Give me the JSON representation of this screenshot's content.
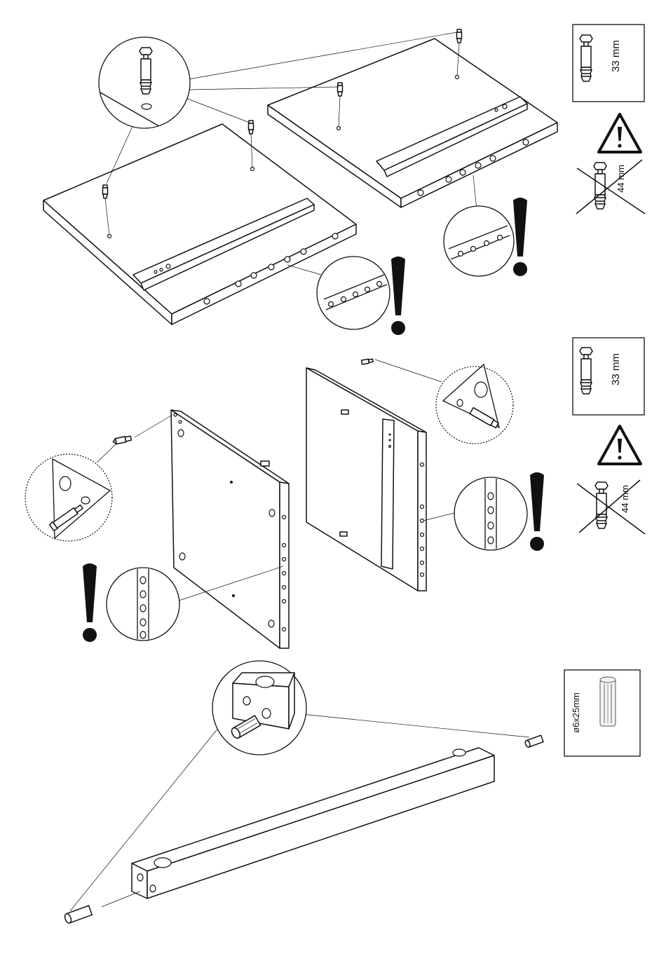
{
  "step1": {
    "callout_cam_length": "33 mm",
    "warning_cam_length": "44 mm",
    "warning_symbol": "!"
  },
  "step2": {
    "callout_cam_length": "33 mm",
    "warning_cam_length": "44 mm",
    "warning_symbol": "!"
  },
  "step3": {
    "callout_dowel_size": "ø6x25mm"
  },
  "icons": [
    "cam-bolt-icon",
    "warning-triangle-icon",
    "exclamation-icon",
    "wood-dowel-icon"
  ],
  "colors": {
    "line": "#111111",
    "background": "#ffffff"
  }
}
